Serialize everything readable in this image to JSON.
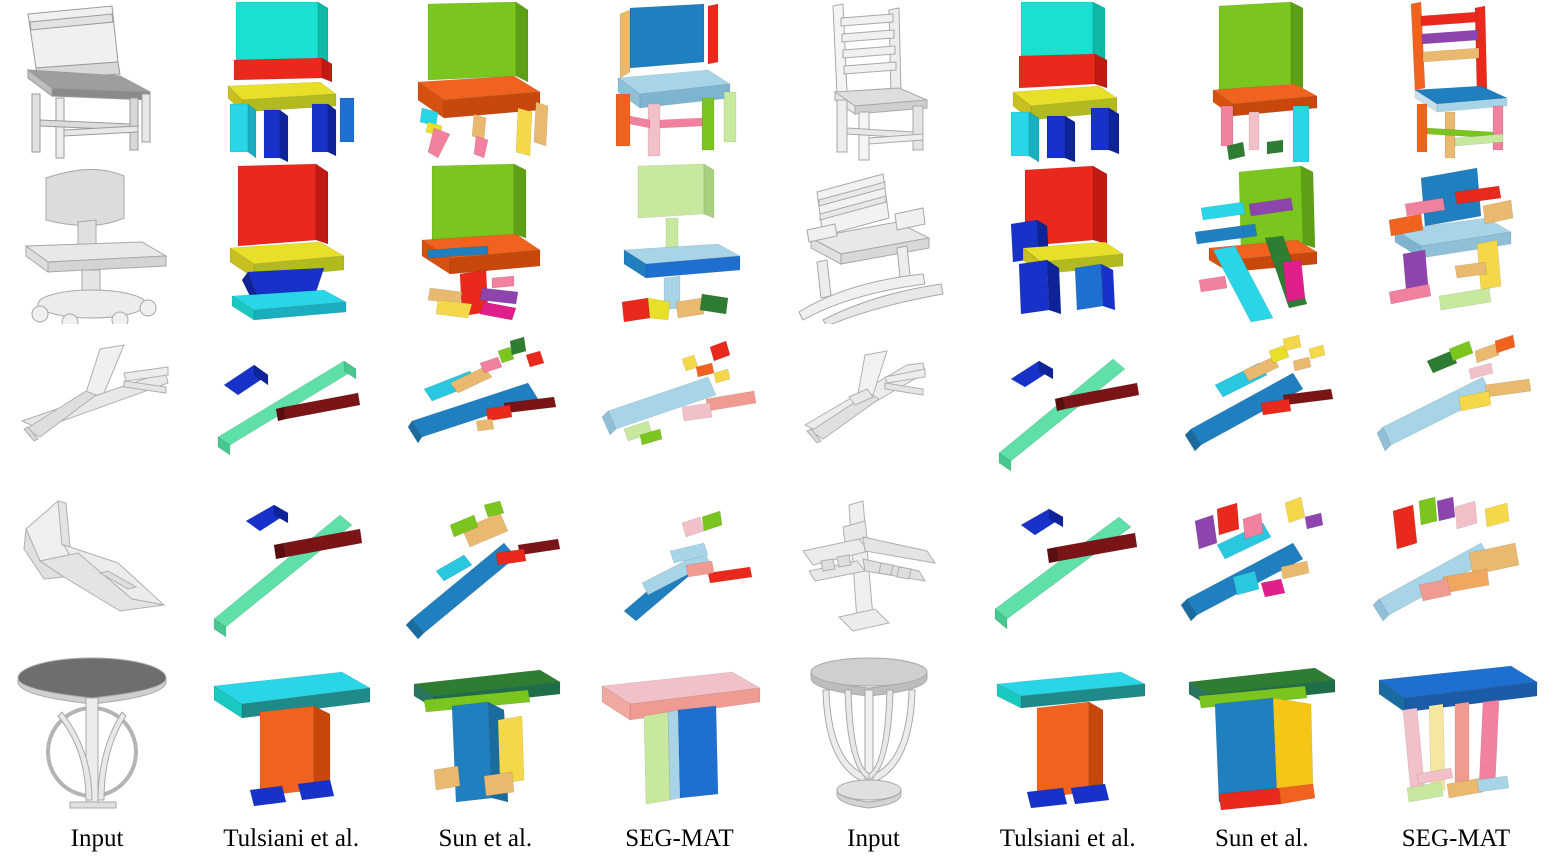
{
  "figure": {
    "columns": [
      {
        "id": "input-left",
        "label": "Input"
      },
      {
        "id": "tulsiani-left",
        "label": "Tulsiani et al."
      },
      {
        "id": "sun-left",
        "label": "Sun et al."
      },
      {
        "id": "segmat-left",
        "label": "SEG-MAT"
      },
      {
        "id": "input-right",
        "label": "Input"
      },
      {
        "id": "tulsiani-right",
        "label": "Tulsiani et al."
      },
      {
        "id": "sun-right",
        "label": "Sun et al."
      },
      {
        "id": "segmat-right",
        "label": "SEG-MAT"
      }
    ],
    "rows": [
      {
        "id": "row-chair-straight",
        "category": "chair"
      },
      {
        "id": "row-chair-office",
        "category": "chair"
      },
      {
        "id": "row-airplane-jet",
        "category": "airplane"
      },
      {
        "id": "row-airplane-delta",
        "category": "airplane"
      },
      {
        "id": "row-table-round",
        "category": "table"
      }
    ],
    "palette": {
      "grey_shape_light": "#e8e8e8",
      "grey_shape_mid": "#bfbfbf",
      "grey_shape_dark": "#8a8a8a",
      "outline": "#9a9a9a",
      "red": "#e8291c",
      "orange": "#f0631e",
      "yellow": "#e8e028",
      "olive": "#b2bb1e",
      "green": "#7ac51e",
      "darkgreen": "#2e7d32",
      "teal": "#19c9c0",
      "cyan": "#29d6e8",
      "blue": "#1f6fd0",
      "darkblue": "#1632c8",
      "lightblue": "#a8d4e8",
      "steelblue": "#1f7fbf",
      "pink": "#f2809f",
      "salmon": "#f09b91",
      "purple": "#8e44ad",
      "magenta": "#e01e8c",
      "maroon": "#7a1416",
      "tan": "#e8b96e",
      "mint": "#5fe0a8",
      "paleyellow": "#f5e6a0",
      "palegreen": "#c8e8a0",
      "white": "#ffffff"
    },
    "background": "#ffffff"
  }
}
